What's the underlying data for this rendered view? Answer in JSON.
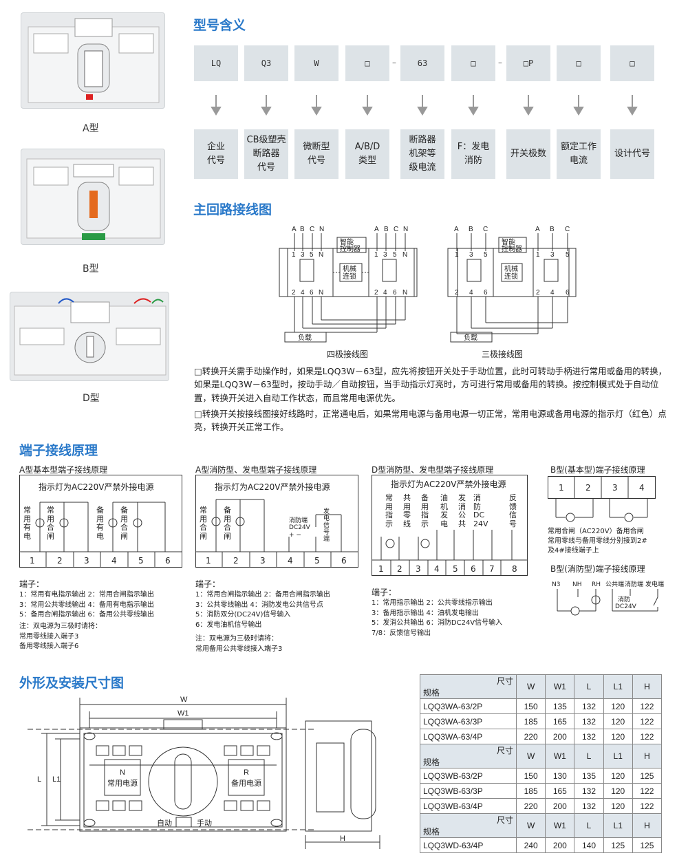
{
  "products": [
    {
      "label": "A型"
    },
    {
      "label": "B型"
    },
    {
      "label": "D型"
    }
  ],
  "model_meaning": {
    "title": "型号含义",
    "codes": [
      "LQ",
      "Q3",
      "W",
      "□",
      "63",
      "□",
      "□P",
      "□",
      "□"
    ],
    "dash": "–",
    "meanings": [
      "企业\n代号",
      "CB级塑壳\n断路器\n代号",
      "微断型\n代号",
      "A/B/D\n类型",
      "断路器\n机架等\n级电流",
      "F：发电\n消防",
      "开关极数",
      "额定工作\n电流",
      "设计代号"
    ]
  },
  "main_circuit": {
    "title": "主回路接线图",
    "four_pole_caption": "四极接线图",
    "three_pole_caption": "三极接线图",
    "smart_controller": "智能\n控制器",
    "mech_interlock": "机械\n连锁",
    "load": "负载",
    "labels4": [
      "A",
      "B",
      "C",
      "N"
    ],
    "terms4_top": [
      "1",
      "3",
      "5",
      "N"
    ],
    "terms4_bottom": [
      "2",
      "4",
      "6",
      "N"
    ],
    "labels3": [
      "A",
      "B",
      "C"
    ],
    "terms3_top": [
      "1",
      "3",
      "5"
    ],
    "terms3_bottom": [
      "2",
      "4",
      "6"
    ]
  },
  "notes": [
    "□转换开关需手动操作时，如果是LQQ3W－63型，应先将按钮开关处于手动位置，此时可转动手柄进行常用或备用的转换，如果是LQQ3W－63型时，按动手动／自动按钮，当手动指示灯亮时，方可进行常用或备用的转换。按控制模式处于自动位置，转换开关进入自动工作状态，而且常用电源优先。",
    "□转换开关按接线图接好线路时，正常通电后，如果常用电源与备用电源一切正常，常用电源或备用电源的指示灯（红色）点亮，转换开关正常工作。"
  ],
  "terminal": {
    "title": "端子接线原理",
    "a_basic": {
      "title": "A型基本型端子接线原理",
      "header": "指示灯为AC220V严禁外接电源",
      "labels": [
        "常\n用\n有\n电",
        "常\n用\n合\n闸",
        "备\n用\n有\n电",
        "备\n用\n合\n闸"
      ],
      "terminals": [
        "1",
        "2",
        "3",
        "4",
        "5",
        "6"
      ],
      "legend_title": "端子：",
      "legend": [
        "1：常用有电指示输出   2：常用合闸指示输出",
        "3：常用公共零线输出   4：备用有电指示输出",
        "5：备用合闸指示输出   6：备用公共零线输出"
      ],
      "note": [
        "注：双电源为三极时请将：",
        "常用零线接入端子3",
        "备用零线接入端子6"
      ]
    },
    "a_fire": {
      "title": "A型消防型、发电型端子接线原理",
      "header": "指示灯为AC220V严禁外接电源",
      "labels": [
        "常\n用\n合\n闸",
        "备\n用\n合\n闸"
      ],
      "fire_label": "消防端\nDC24V\n+   −",
      "gen_label": "发\n电\n信\n号\n端",
      "terminals": [
        "1",
        "2",
        "3",
        "4",
        "5",
        "6"
      ],
      "legend_title": "端子：",
      "legend": [
        "1：常用合闸指示输出   2：备用合闸指示输出",
        "3：公共零线输出        4：消防发电公共信号点",
        "5：消防双分(DC24V)信号输入",
        "6：发电油机信号输出"
      ],
      "note": [
        "注：双电源为三极时请将：",
        "常用备用公共零线接入端子3"
      ]
    },
    "d_fire": {
      "title": "D型消防型、发电型端子接线原理",
      "header": "指示灯为AC220V严禁外接电源",
      "labels": [
        "常\n用\n指\n示",
        "共\n用\n零\n线",
        "备\n用\n指\n示",
        "油\n机\n发\n电",
        "发\n消\n公\n共",
        "消\n防\nDC\n24V",
        "反\n馈\n信\n号"
      ],
      "terminals": [
        "1",
        "2",
        "3",
        "4",
        "5",
        "6",
        "7",
        "8"
      ],
      "legend_title": "端子：",
      "legend": [
        "1：常用指示输出   2：公共零线指示输出",
        "3：备用指示输出   4：油机发电输出",
        "5：发消公共输出   6：消防DC24V信号输入",
        "7/8：反馈信号输出"
      ]
    },
    "b_basic": {
      "title": "B型(基本型)端子接线原理",
      "terminals": [
        "1",
        "2",
        "3",
        "4"
      ],
      "note": [
        "常用合闸（AC220V）备用合闸",
        "常用零线与备用零线分别接到2#",
        "及4#接线端子上"
      ]
    },
    "b_fire": {
      "title": "B型(消防型)端子接线原理",
      "labels": [
        "N3",
        "NH",
        "RH",
        "公共端",
        "消防端",
        "发电端"
      ],
      "dc": "消防\nDC24V"
    }
  },
  "dimensions": {
    "title": "外形及安装尺寸图",
    "w": "W",
    "w1": "W1",
    "l": "L",
    "l1": "L1",
    "h": "H",
    "n_label": "N",
    "n_text": "常用电源",
    "r_label": "R",
    "r_text": "备用电源",
    "auto": "自动",
    "manual": "手动",
    "table_head": {
      "dim": "尺寸",
      "spec": "规格",
      "cols": [
        "W",
        "W1",
        "L",
        "L1",
        "H"
      ]
    },
    "groups": [
      {
        "rows": [
          {
            "model": "LQQ3WA-63/2P",
            "v": [
              "150",
              "135",
              "132",
              "120",
              "122"
            ]
          },
          {
            "model": "LQQ3WA-63/3P",
            "v": [
              "185",
              "165",
              "132",
              "120",
              "122"
            ]
          },
          {
            "model": "LQQ3WA-63/4P",
            "v": [
              "220",
              "200",
              "132",
              "120",
              "122"
            ]
          }
        ]
      },
      {
        "rows": [
          {
            "model": "LQQ3WB-63/2P",
            "v": [
              "150",
              "130",
              "135",
              "120",
              "125"
            ]
          },
          {
            "model": "LQQ3WB-63/3P",
            "v": [
              "185",
              "165",
              "132",
              "120",
              "122"
            ]
          },
          {
            "model": "LQQ3WB-63/4P",
            "v": [
              "220",
              "200",
              "132",
              "120",
              "122"
            ]
          }
        ]
      },
      {
        "rows": [
          {
            "model": "LQQ3WD-63/4P",
            "v": [
              "240",
              "200",
              "140",
              "125",
              "125"
            ]
          }
        ]
      }
    ]
  }
}
